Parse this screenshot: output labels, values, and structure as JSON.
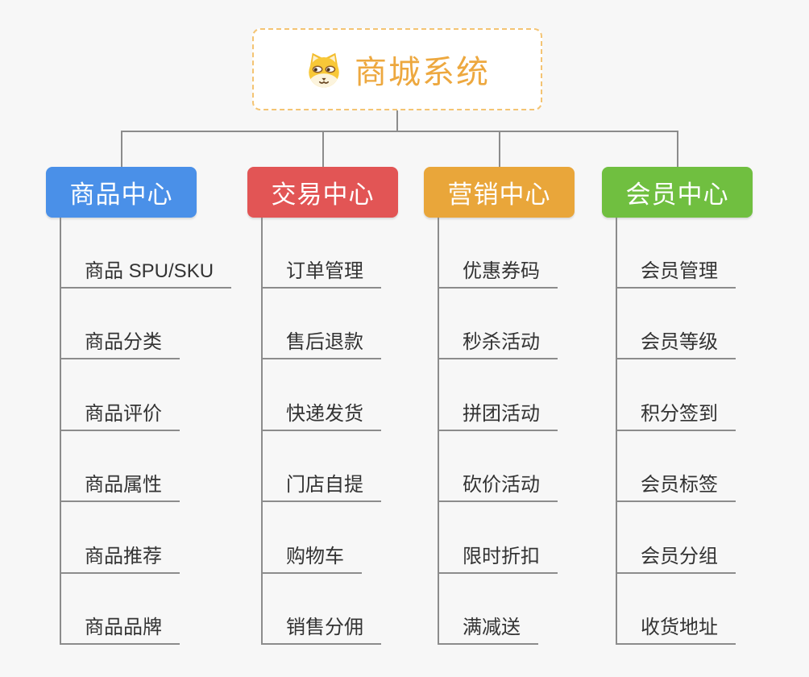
{
  "root": {
    "label": "商城系统",
    "icon": "dog-face-icon",
    "text_color": "#eda83f",
    "border_color": "#f4c473"
  },
  "connector_color": "#8c8c8c",
  "branches": [
    {
      "label": "商品中心",
      "color": "#4a90e8",
      "children": [
        "商品 SPU/SKU",
        "商品分类",
        "商品评价",
        "商品属性",
        "商品推荐",
        "商品品牌"
      ]
    },
    {
      "label": "交易中心",
      "color": "#e25555",
      "children": [
        "订单管理",
        "售后退款",
        "快递发货",
        "门店自提",
        "购物车",
        "销售分佣"
      ]
    },
    {
      "label": "营销中心",
      "color": "#e9a63a",
      "children": [
        "优惠券码",
        "秒杀活动",
        "拼团活动",
        "砍价活动",
        "限时折扣",
        "满减送"
      ]
    },
    {
      "label": "会员中心",
      "color": "#70bf40",
      "children": [
        "会员管理",
        "会员等级",
        "积分签到",
        "会员标签",
        "会员分组",
        "收货地址"
      ]
    }
  ]
}
